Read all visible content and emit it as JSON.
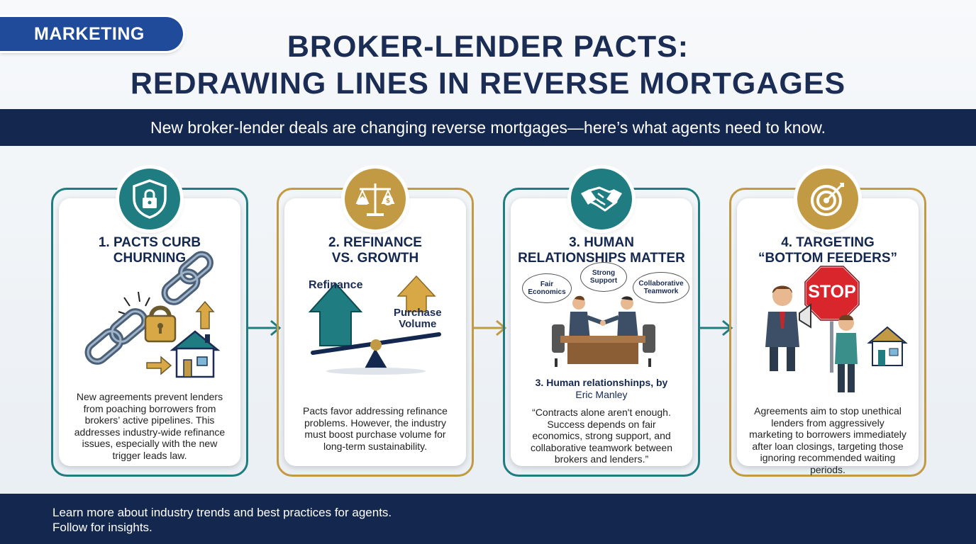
{
  "badge": "MARKETING",
  "title": {
    "line1": "BROKER-LENDER PACTS:",
    "line2": "REDRAWING LINES IN REVERSE MORTGAGES"
  },
  "subtitle": "New broker-lender deals are changing reverse mortgages—here’s what agents need to know.",
  "cards": [
    {
      "icon": "shield-lock-icon",
      "title": "1. PACTS CURB\nCHURNING",
      "body": "New agreements prevent lenders from poaching borrowers from brokers’ active pipelines. This addresses industry-wide refinance issues, especially with the new trigger leads law."
    },
    {
      "icon": "balance-scale-icon",
      "title": "2. REFINANCE\nVS. GROWTH",
      "illustration": {
        "left_label": "Refinance",
        "right_label_1": "Purchase",
        "right_label_2": "Volume"
      },
      "body": "Pacts favor addressing refinance problems. However, the industry must boost purchase volume for long-term sustainability."
    },
    {
      "icon": "handshake-icon",
      "title": "3. HUMAN\nRELATIONSHIPS MATTER",
      "bubbles": {
        "b1_line1": "Fair",
        "b1_line2": "Economics",
        "b2_line1": "Strong",
        "b2_line2": "Support",
        "b3_line1": "Collaborative",
        "b3_line2": "Teamwork"
      },
      "quote_heading_1": "3. Human relationshinps, by",
      "quote_heading_2": "Eric Manley",
      "body": "“Contracts alone aren't enough. Success depends on fair economics, strong support, and collaborative teamwork between brokers and lenders.”"
    },
    {
      "icon": "target-icon",
      "title": "4. TARGETING\n“BOTTOM FEEDERS”",
      "sign_text": "STOP",
      "body": "Agreements aim to stop unethical lenders from aggressively marketing to borrowers immediately after loan closings, targeting those ignoring recommended waiting periods."
    }
  ],
  "footer": {
    "line1": "Learn more about industry trends and best practices for agents.",
    "line2": "Follow for insights."
  },
  "colors": {
    "navy": "#14284f",
    "teal": "#1f7d82",
    "gold": "#c39a44",
    "badge_blue": "#1f4b9a"
  }
}
